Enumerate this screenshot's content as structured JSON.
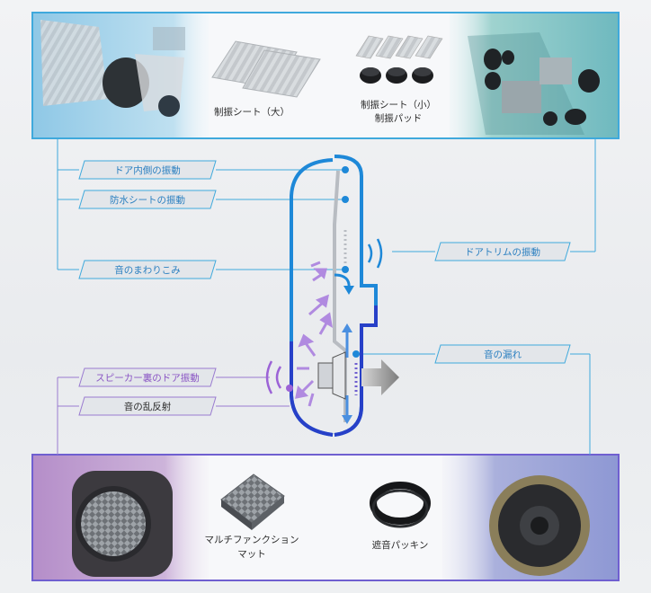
{
  "top_panel": {
    "products": [
      {
        "label": "制振シート（大）"
      },
      {
        "label_lines": [
          "制振シート（小）",
          "制振パッド"
        ]
      }
    ]
  },
  "labels": {
    "door_inner": "ドア内側の振動",
    "waterproof_sheet": "防水シートの振動",
    "sound_wraparound": "音のまわりこみ",
    "door_trim": "ドアトリムの振動",
    "sound_leak": "音の漏れ",
    "speaker_back": "スピーカー裏のドア振動",
    "diffuse_reflection": "音の乱反射"
  },
  "bottom_panel": {
    "products": [
      {
        "label_lines": [
          "マルチファンクション",
          "マット"
        ]
      },
      {
        "label": "遮音パッキン"
      }
    ]
  },
  "colors": {
    "top_frame": "#3fa9dc",
    "bottom_frame": "#6f5fd0",
    "label_text_blue": "#2a7fc0",
    "label_text_purple": "#8a55c4",
    "label_fill": "#e3e6ea",
    "diagram_blue": "#1e88d8",
    "diagram_navy": "#2740c8",
    "wave_purple": "#9c63d6",
    "leak_arrow": "#8a8a8a"
  }
}
